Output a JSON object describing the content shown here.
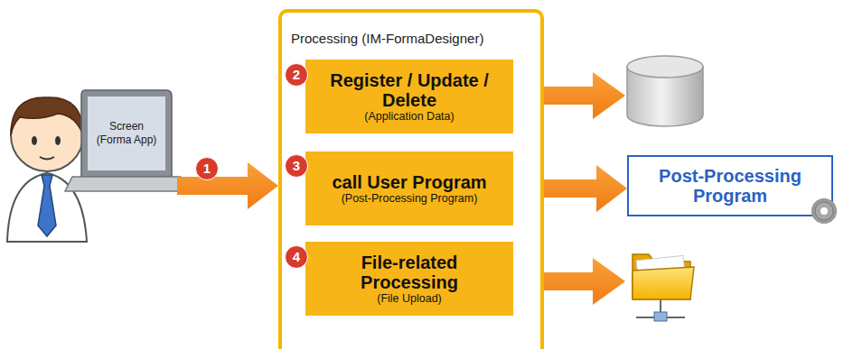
{
  "diagram": {
    "nodes": [
      {
        "text": [
          "Screen (Forma App)"
        ]
      },
      {
        "text": [
          "Processing (IM-FormaDesigner)"
        ]
      },
      {
        "text": [
          "Register / Update / Delete",
          "(Application Data)"
        ],
        "in": 1
      },
      {
        "text": [
          "call User Program",
          "(Post-Processing Program)"
        ],
        "in": 1
      },
      {
        "text": [
          "File-related Processing",
          "(File Upload)"
        ],
        "in": 1
      },
      {
        "text": [
          "Post-Processing Program"
        ]
      }
    ],
    "edges": [
      {
        "from": 0,
        "to": 1,
        "arrow": "to"
      },
      {
        "from": 3,
        "to": 5,
        "arrow": "to"
      }
    ],
    "labels": [
      "1",
      "2",
      "3",
      "4"
    ]
  }
}
